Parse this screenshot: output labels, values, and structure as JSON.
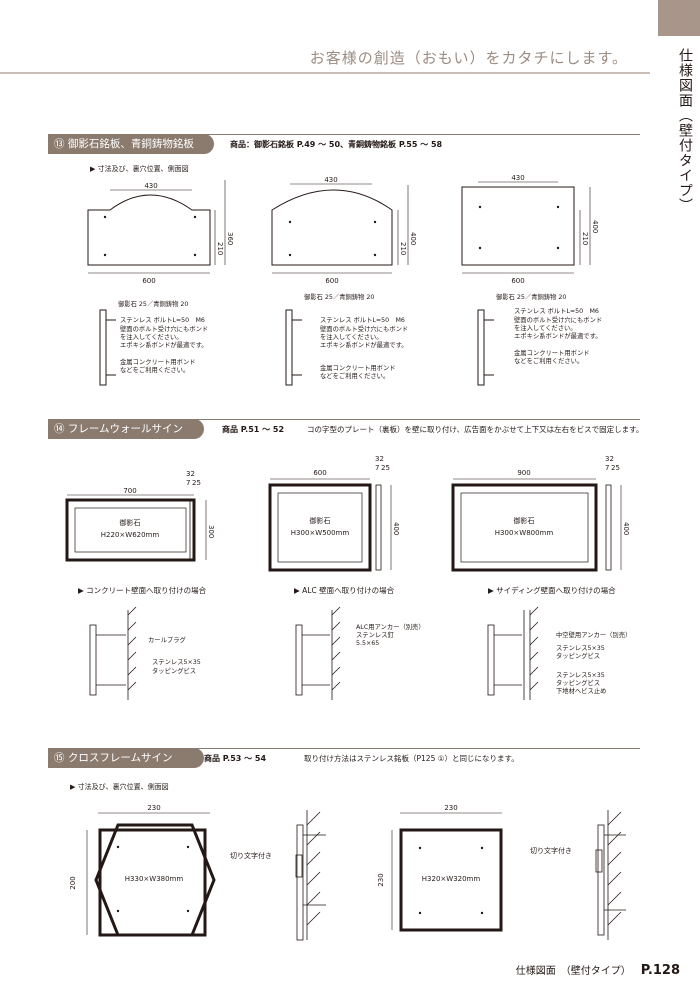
{
  "header": {
    "tagline": "お客様の創造（おもい）をカタチにします。",
    "side_title": "仕様図面（壁付タイプ）"
  },
  "sec13": {
    "title": "⑬ 御影石銘板、青銅鋳物銘板",
    "product": "商品：御影石銘板 P.49 ～ 50、青銅鋳物銘板 P.55 ～ 58",
    "sub": "▶ 寸法及び、裏穴位置、側面図",
    "dims": {
      "w430": "430",
      "w600": "600",
      "h210": "210",
      "h360": "360",
      "h400": "400"
    },
    "side_label": "御影石 25／青銅鋳物 20",
    "bolt": "ステンレス ボルトL=50　M6",
    "bond_lines": [
      "壁面のボルト受け穴にもボンド",
      "を注入してください。",
      "エポキシ系ボンドが最適です。"
    ],
    "anchor_lines": [
      "金属コンクリート用ボンド",
      "などをご利用ください。"
    ]
  },
  "sec14": {
    "title": "⑭ フレームウォールサイン",
    "product": "商品 P.51 ～ 52",
    "desc": "コの字型のプレート（裏板）を壁に取り付け、広告面をかぶせて上下又は左右をビスで固定します。",
    "signs": [
      {
        "width": "700",
        "label1": "御影石",
        "label2": "H220×W620mm",
        "height": "300"
      },
      {
        "width": "600",
        "label1": "御影石",
        "label2": "H300×W500mm",
        "height": "400"
      },
      {
        "width": "900",
        "label1": "御影石",
        "label2": "H300×W800mm",
        "height": "400"
      }
    ],
    "depth": {
      "d32": "32",
      "d7": "7",
      "d25": "25"
    },
    "mount_titles": [
      "▶ コンクリート壁面へ取り付けの場合",
      "▶ ALC 壁面へ取り付けの場合",
      "▶ サイディング壁面へ取り付けの場合"
    ],
    "concrete": {
      "plug": "カールプラグ",
      "screw1": "ステンレス5×35",
      "screw2": "タッピングビス"
    },
    "alc": {
      "a1": "ALC用アンカー（別売）",
      "a2": "ステンレス釘",
      "a3": "5.5×65"
    },
    "siding": {
      "s1": "中空壁用アンカー（別売）",
      "s2": "ステンレス5×35",
      "s3": "タッピングビス",
      "s4": "ステンレス5×35",
      "s5": "タッピングビス",
      "s6": "下地材へビス止め"
    }
  },
  "sec15": {
    "title": "⑮ クロスフレームサイン",
    "product": "商品 P.53 ～ 54",
    "desc": "取り付け方法はステンレス銘板（P125 ①）と同じになります。",
    "sub": "▶ 寸法及び、裏穴位置、側面図",
    "hex": {
      "width": "230",
      "height": "200",
      "label": "H330×W380mm"
    },
    "square": {
      "width": "230",
      "height": "230",
      "label": "H320×W320mm"
    },
    "cutout": "切り文字付き"
  },
  "footer": {
    "label": "仕様図面　（壁付タイプ）",
    "page": "P.128"
  }
}
